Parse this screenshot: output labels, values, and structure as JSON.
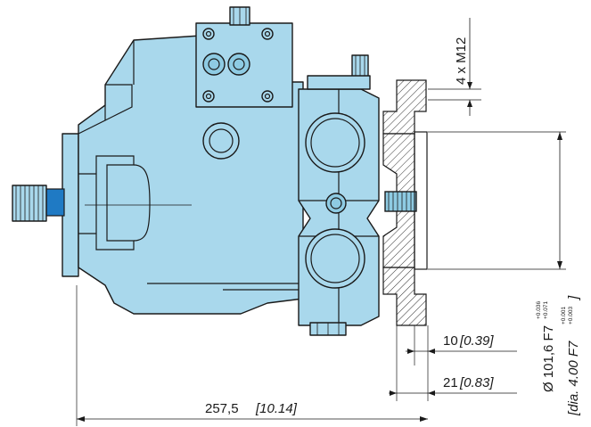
{
  "dimensions": {
    "thread": {
      "value": "4 x M12"
    },
    "bore": {
      "metric": "Ø 101,6 F7",
      "metric_tol_upper": "+0.036",
      "metric_tol_lower": "+0.071",
      "imperial": "[dia. 4.00 F7",
      "imperial_tol_upper": "+0.001",
      "imperial_tol_lower": "+0.003",
      "imperial_close": "]"
    },
    "pilot": {
      "metric": "10",
      "imperial": "[0.39]"
    },
    "flange": {
      "metric": "21",
      "imperial": "[0.83]"
    },
    "overall": {
      "metric": "257,5",
      "imperial": "[10.14]"
    }
  },
  "colors": {
    "body": "#a9d8ec",
    "shaft": "#1f7ac4",
    "outline": "#1a1a1a"
  }
}
